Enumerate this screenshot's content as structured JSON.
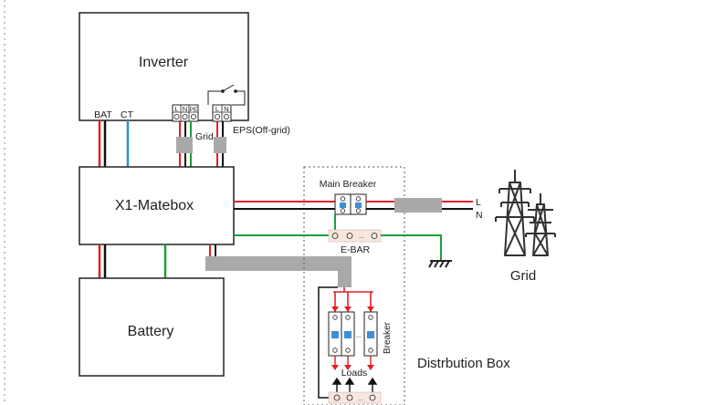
{
  "inverter": {
    "title": "Inverter",
    "bat_label": "BAT",
    "ct_label": "CT",
    "grid_terminals": [
      "L",
      "N",
      "PE"
    ],
    "eps_terminals": [
      "L",
      "N"
    ],
    "grid_label": "Grid",
    "eps_label": "EPS(Off-grid)"
  },
  "matebox": {
    "title": "X1-Matebox"
  },
  "battery": {
    "title": "Battery"
  },
  "main_breaker": {
    "label": "Main Breaker"
  },
  "line_labels": {
    "l": "L",
    "n": "N"
  },
  "ebar": {
    "label": "E-BAR",
    "dots": "..."
  },
  "grid_tower": {
    "label": "Grid"
  },
  "breaker": {
    "label": "Breaker",
    "dots": "..."
  },
  "loads": {
    "label": "Loads",
    "dots": "..."
  },
  "distribution_box": {
    "label": "Distrbution Box"
  },
  "colors": {
    "live": "#e21f26",
    "neutral": "#111111",
    "earth": "#1e9e3a",
    "ct": "#2f8fd6",
    "cable": "#a9a9a9",
    "breaker_blue": "#3d8fd6"
  }
}
